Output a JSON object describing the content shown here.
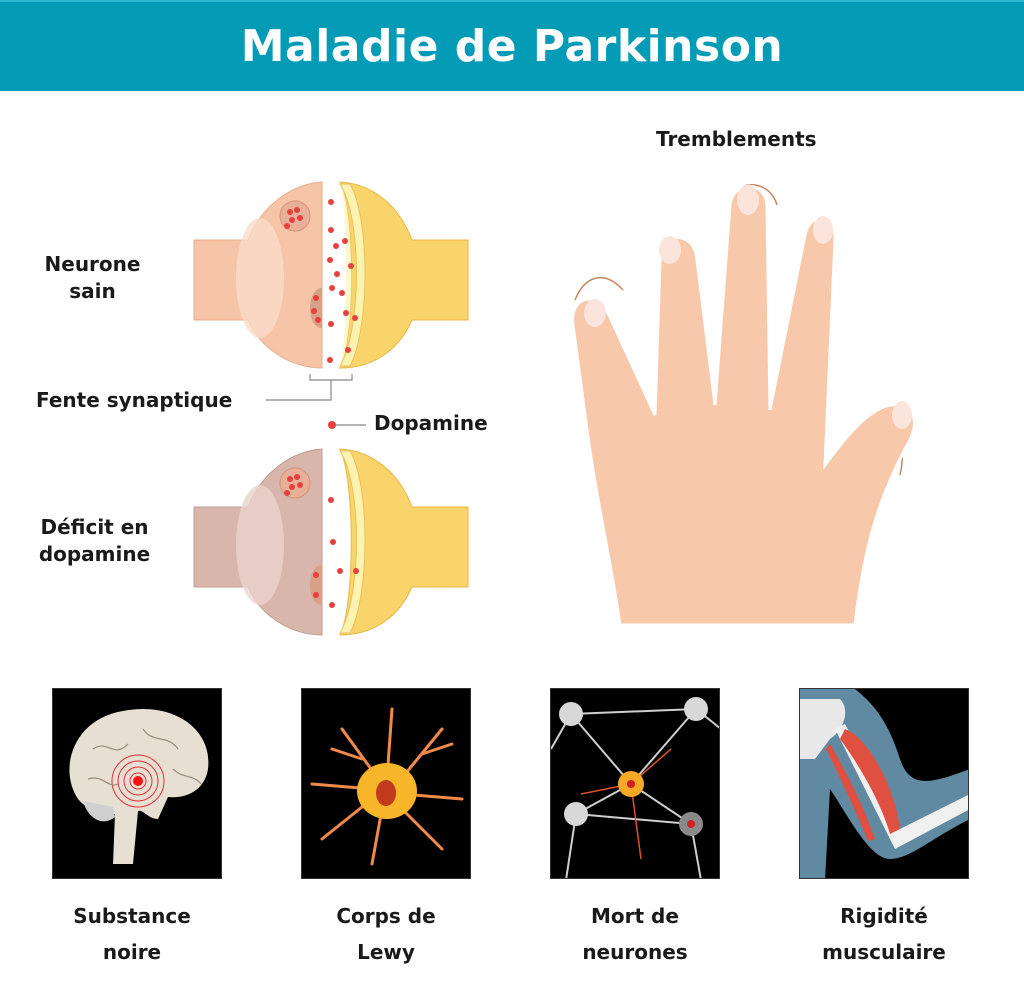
{
  "title": "Maladie de Parkinson",
  "colors": {
    "header_bg": "#039bb6",
    "header_text": "#ffffff",
    "healthy_neuron": "#f6c4a6",
    "deficit_neuron": "#d9b6ac",
    "receptor_neuron": "#f9d46a",
    "dopamine": "#e8403f",
    "skin": "#f8c8aa",
    "tile_bg": "#000000"
  },
  "synapse_diagram": {
    "healthy_label_line1": "Neurone",
    "healthy_label_line2": "sain",
    "cleft_label": "Fente synaptique",
    "dopamine_label": "Dopamine",
    "deficit_label_line1": "Déficit en",
    "deficit_label_line2": "dopamine"
  },
  "tremor": {
    "label": "Tremblements"
  },
  "symptoms": [
    {
      "icon": "brain-icon",
      "line1": "Substance",
      "line2": "noire"
    },
    {
      "icon": "neuron-icon",
      "line1": "Corps de",
      "line2": "Lewy"
    },
    {
      "icon": "neuron-network-icon",
      "line1": "Mort de",
      "line2": "neurones"
    },
    {
      "icon": "arm-muscle-icon",
      "line1": "Rigidité",
      "line2": "musculaire"
    }
  ]
}
